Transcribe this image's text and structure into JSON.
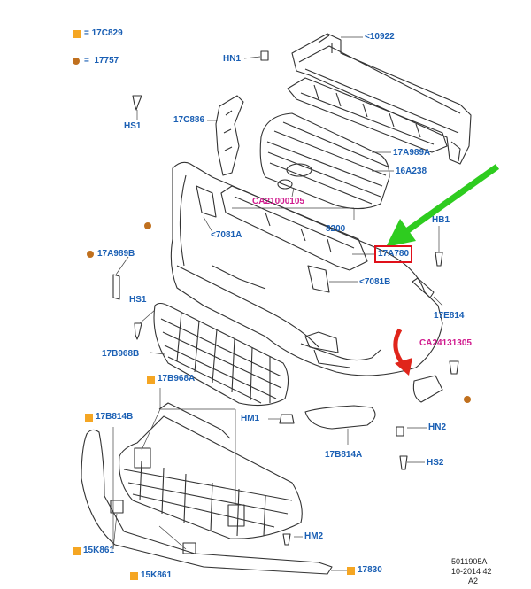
{
  "legend": {
    "square_code": "17C829",
    "dot_code": "17757",
    "square_prefix": "=",
    "dot_prefix": "="
  },
  "labels": {
    "l10922": "<10922",
    "hn1": "HN1",
    "hs1_top": "HS1",
    "c886": "17C886",
    "a989a_r": "17A989A",
    "a238": "16A238",
    "ca2100": "CA21000105",
    "p8200": "8200",
    "l7081a": "<7081A",
    "a780": "17A780",
    "hb1": "HB1",
    "a989b": "17A989B",
    "l7081b": "<7081B",
    "hs1_mid": "HS1",
    "e814": "17E814",
    "ca2413": "CA24131305",
    "b968b": "17B968B",
    "b968a": "17B968A",
    "b814b": "17B814B",
    "hm1": "HM1",
    "hn2": "HN2",
    "b814a": "17B814A",
    "hs2": "HS2",
    "hm2": "HM2",
    "k861_l": "15K861",
    "k861_b": "15K861",
    "p17830": "17830"
  },
  "footer": {
    "code": "5011905A",
    "date": "10-2014 42",
    "rev": "A2"
  },
  "colors": {
    "label": "#1a5fb4",
    "callout": "#d01b8e",
    "legend_square": "#f5a623",
    "legend_dot": "#c0701e",
    "arrow_green": "#2ecc1f",
    "arrow_red": "#e0251b",
    "highlight_box": "#e0101a"
  }
}
